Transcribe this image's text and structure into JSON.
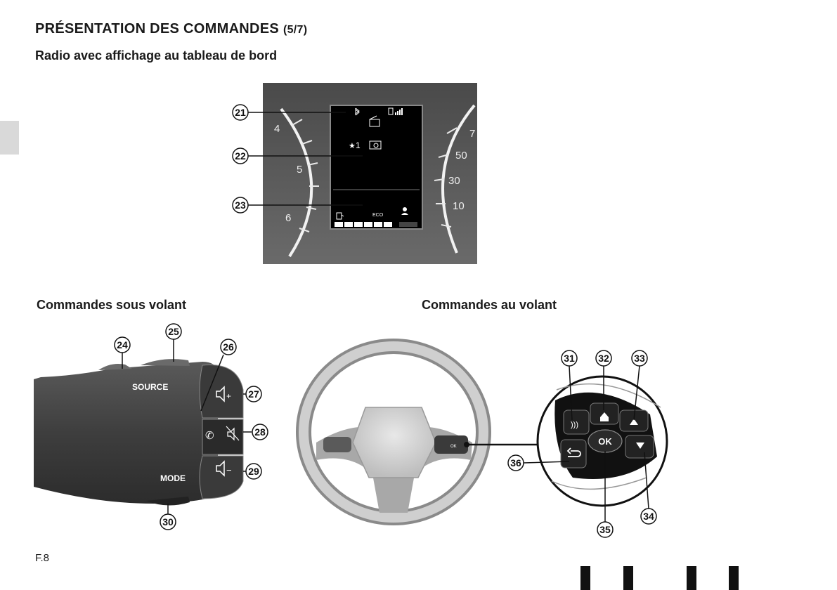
{
  "header": {
    "title": "PRÉSENTATION DES COMMANDES",
    "section": "(5/7)",
    "subtitle": "Radio avec affichage au tableau de bord"
  },
  "dashboard": {
    "callouts": [
      "21",
      "22",
      "23"
    ],
    "left_gauge_numbers": [
      "4",
      "5",
      "6"
    ],
    "right_gauge_numbers": [
      "7",
      "50",
      "30",
      "10"
    ],
    "screen": {
      "preset": "1",
      "eco_label": "ECO"
    }
  },
  "stalk": {
    "caption": "Commandes sous volant",
    "source_label": "SOURCE",
    "mode_label": "MODE",
    "volume_up_symbol": "+",
    "volume_down_symbol": "−",
    "callouts": [
      "24",
      "25",
      "26",
      "27",
      "28",
      "29",
      "30"
    ]
  },
  "wheel": {
    "caption": "Commandes au volant",
    "ok_label": "OK",
    "callouts": [
      "31",
      "32",
      "33",
      "34",
      "35",
      "36"
    ]
  },
  "footer": {
    "page_number": "F.8"
  }
}
